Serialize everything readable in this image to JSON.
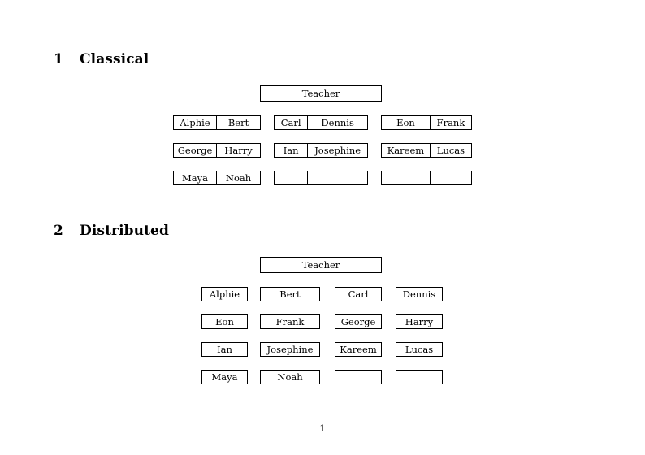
{
  "document": {
    "page_number": "1"
  },
  "sections": [
    {
      "number": "1",
      "title": "Classical",
      "layout": "grouped-pairs",
      "teacher_label": "Teacher",
      "groups": [
        {
          "column": 1,
          "rows": [
            [
              "Alphie",
              "Bert"
            ],
            [
              "George",
              "Harry"
            ],
            [
              "Maya",
              "Noah"
            ]
          ]
        },
        {
          "column": 2,
          "rows": [
            [
              "Carl",
              "Dennis"
            ],
            [
              "Ian",
              "Josephine"
            ],
            [
              "",
              ""
            ]
          ]
        },
        {
          "column": 3,
          "rows": [
            [
              "Eon",
              "Frank"
            ],
            [
              "Kareem",
              "Lucas"
            ],
            [
              "",
              ""
            ]
          ]
        }
      ]
    },
    {
      "number": "2",
      "title": "Distributed",
      "layout": "single-boxes",
      "teacher_label": "Teacher",
      "rows": [
        [
          "Alphie",
          "Bert",
          "Carl",
          "Dennis"
        ],
        [
          "Eon",
          "Frank",
          "George",
          "Harry"
        ],
        [
          "Ian",
          "Josephine",
          "Kareem",
          "Lucas"
        ],
        [
          "Maya",
          "Noah",
          "",
          ""
        ]
      ]
    }
  ],
  "colors": {
    "page_background": "#ffffff",
    "text": "#000000",
    "border": "#000000"
  }
}
